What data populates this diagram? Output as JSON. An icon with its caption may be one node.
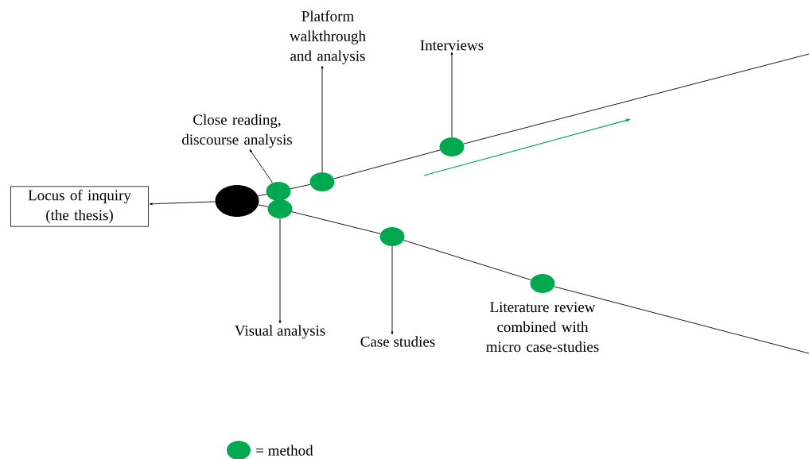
{
  "diagram": {
    "nodes": [
      {
        "text": [
          "Locus of inquiry (the thesis)"
        ]
      },
      {
        "text": [],
        "shape": "circle"
      },
      {
        "text": [],
        "shape": "circle"
      },
      {
        "text": [],
        "shape": "circle"
      },
      {
        "text": [],
        "shape": "circle"
      },
      {
        "text": [],
        "shape": "circle"
      },
      {
        "text": [],
        "shape": "circle"
      },
      {
        "text": [],
        "shape": "circle",
        "beside": [
          "Literature review combined with micro case-studies"
        ]
      },
      {
        "text": [
          "Close reading, discourse analysis"
        ]
      },
      {
        "text": [
          "Platform walkthrough and analysis"
        ]
      },
      {
        "text": [
          "Interviews"
        ]
      },
      {
        "text": [
          "Visual analysis"
        ]
      },
      {
        "text": [
          "Case studies"
        ]
      }
    ],
    "edges": [
      {
        "from": 1,
        "to": 0,
        "arrow": "to"
      },
      {
        "from": 1,
        "to": 2,
        "arrow": "none"
      },
      {
        "from": 2,
        "to": 4,
        "arrow": "none"
      },
      {
        "from": 4,
        "to": 5,
        "arrow": "none"
      },
      {
        "from": 5,
        "to": null,
        "arrow": "none"
      },
      {
        "from": 1,
        "to": 3,
        "arrow": "none"
      },
      {
        "from": 3,
        "to": 6,
        "arrow": "none"
      },
      {
        "from": 6,
        "to": 7,
        "arrow": "none"
      },
      {
        "from": 7,
        "to": null,
        "arrow": "none"
      },
      {
        "from": 2,
        "to": 8,
        "arrow": "to"
      },
      {
        "from": 4,
        "to": 9,
        "arrow": "to"
      },
      {
        "from": 5,
        "to": 10,
        "arrow": "to"
      },
      {
        "from": 3,
        "to": 11,
        "arrow": "to"
      },
      {
        "from": 6,
        "to": 12,
        "arrow": "to"
      }
    ],
    "legend": [
      {
        "text": "= method",
        "color": "#00a84f"
      }
    ]
  }
}
